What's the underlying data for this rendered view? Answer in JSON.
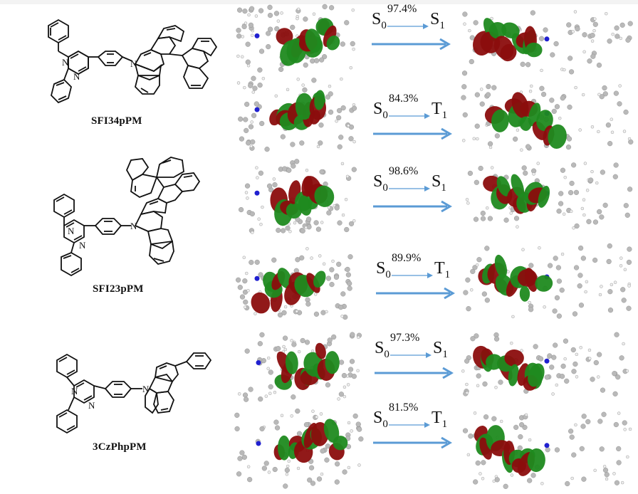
{
  "figure": {
    "colors": {
      "arrow": "#5b9bd5",
      "orbital_positive": "#8b0d0d",
      "orbital_negative": "#1f8a1f",
      "carbon": "#b9b9b9",
      "nitrogen": "#2020d0",
      "bond": "#111111"
    },
    "compounds": [
      {
        "name": "SFI34pPM",
        "atom_labels": [
          "N",
          "N",
          "N"
        ],
        "transitions": [
          {
            "from": "S",
            "from_sub": "0",
            "to": "S",
            "to_sub": "1",
            "percent": "97.4%"
          },
          {
            "from": "S",
            "from_sub": "0",
            "to": "T",
            "to_sub": "1",
            "percent": "84.3%"
          }
        ]
      },
      {
        "name": "SFI23pPM",
        "atom_labels": [
          "N",
          "N",
          "N"
        ],
        "transitions": [
          {
            "from": "S",
            "from_sub": "0",
            "to": "S",
            "to_sub": "1",
            "percent": "98.6%"
          },
          {
            "from": "S",
            "from_sub": "0",
            "to": "T",
            "to_sub": "1",
            "percent": "89.9%"
          }
        ]
      },
      {
        "name": "3CzPhpPM",
        "atom_labels": [
          "N",
          "N",
          "N"
        ],
        "transitions": [
          {
            "from": "S",
            "from_sub": "0",
            "to": "S",
            "to_sub": "1",
            "percent": "97.3%"
          },
          {
            "from": "S",
            "from_sub": "0",
            "to": "T",
            "to_sub": "1",
            "percent": "81.5%"
          }
        ]
      }
    ]
  }
}
